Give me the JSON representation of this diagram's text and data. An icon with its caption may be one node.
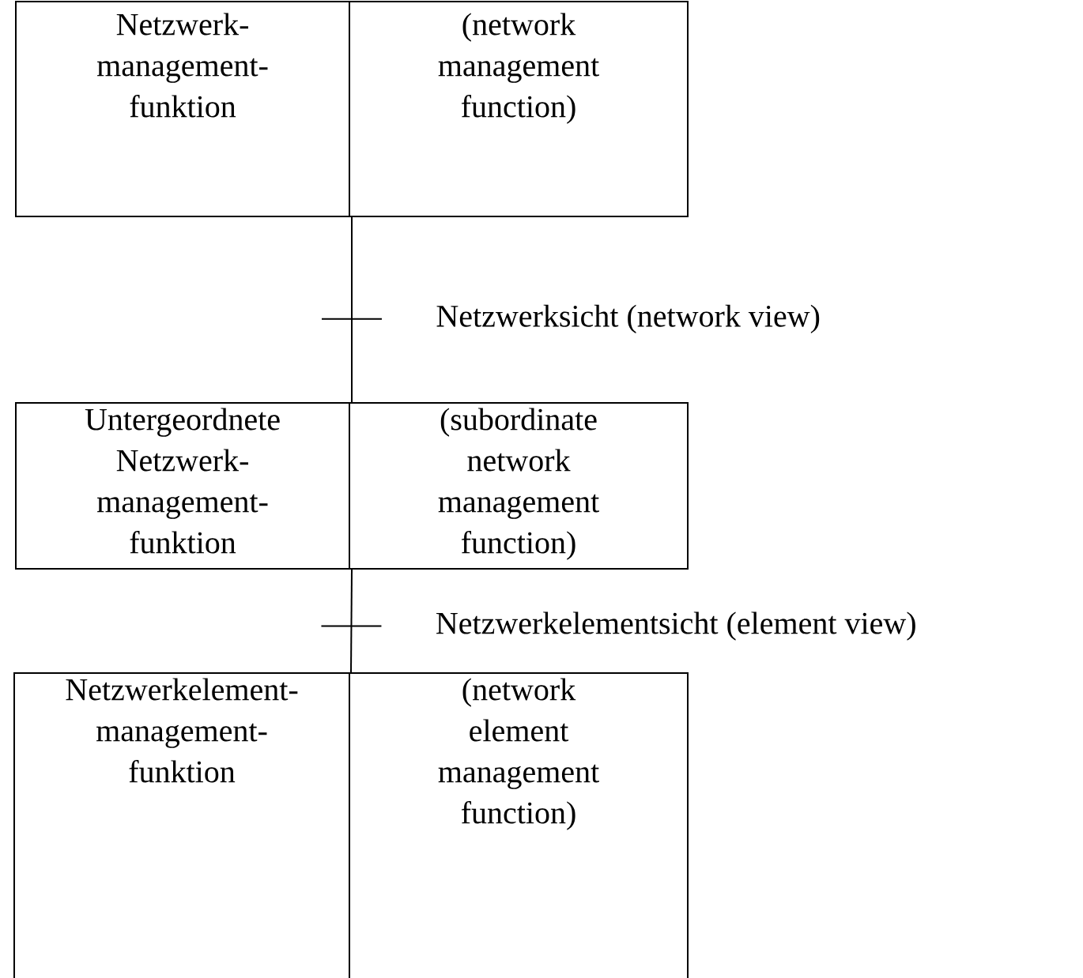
{
  "diagram": {
    "nodes": [
      {
        "text": [
          "Netzwerk- management- funktion",
          "(network management function)"
        ]
      },
      {
        "text": [
          "Untergeordnete Netzwerk- management- funktion",
          "(subordinate network management function)"
        ]
      },
      {
        "text": [
          "Netzwerkelement- management- funktion",
          "(network element management function)"
        ]
      }
    ],
    "edges": [
      {
        "from": 0,
        "to": 1,
        "arrow": "none",
        "label": "Netzwerksicht (network view)"
      },
      {
        "from": 1,
        "to": 2,
        "arrow": "none",
        "label": "Netzwerkelementsicht (element view)"
      }
    ]
  }
}
